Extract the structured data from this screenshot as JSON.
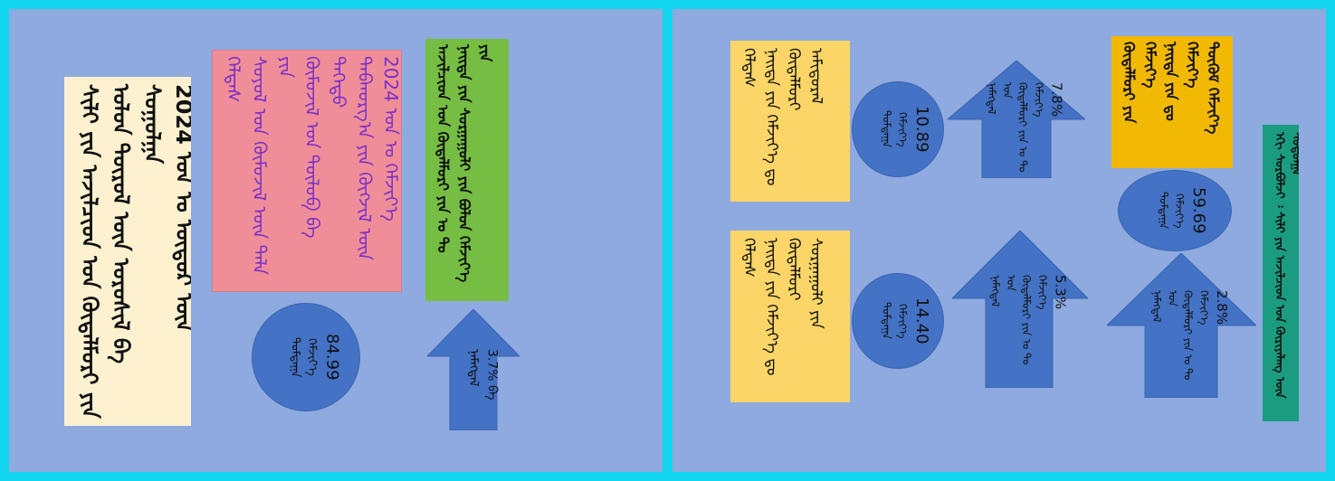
{
  "colors": {
    "background": "#12d6f0",
    "panel": "#8eaade",
    "cream": "#fdf1d0",
    "pink": "#ef8e98",
    "purple_text": "#7a2fc8",
    "green": "#76bd44",
    "yellow": "#fbd567",
    "orange": "#f1b903",
    "teal": "#1b9c80",
    "blue_shape": "#4472c4"
  },
  "left": {
    "cream_box": "ᠰᠢᠯᠢ ᠶᠢᠨ ᠠᠵᠢᠯᠴᠢᠳ ᠤᠨ ᠬᠥᠳᠡᠯᠮᠦᠷᠢ ᠶᠢᠨ\nᠣᠯᠣᠨ ᠲᠥᠷᠦᠯ ᠦᠨ ᠤᠷᠤᠰᠢᠯ ᠪᠠ ᠰᠤᠭᠤᠯᠭᠠ\n2024 ᠣᠨ ᠤ ᠥᠳᠦᠷ ᠦᠨ ᠳᠤᠩᠭᠠᠮᠠᠭ",
    "pink_box": "ᠬᠡᠯᠲᠡᠰ\nᠰᠣᠶᠣᠯ ᠤᠨ ᠬᠦᠮᠦᠵᠢᠯ ᠦᠨ ᠳᠠᠯᠠ ᠶᠢᠨ\nᠬᠥᠮᠦᠵᠢᠯ ᠤᠨ ᠲᠥᠯᠦᠪ ᠪᠠ ᠳᠡᠭᠡᠳᠦ\nᠳᠠᠪᠬᠤᠷᠭ᠎ᠠ ᠶᠢᠨ ᠬᠥᠭᠵᠢᠯ ᠦᠨ\n2024 ᠣᠨ ᠤ ᠬᠡᠮᠵᠢᠶ᠎ᠡ",
    "green_box": "ᠠᠵᠢᠯᠴᠢᠳ ᠤᠨ ᠬᠥᠳᠡᠯᠮᠦᠷᠢ ᠶᠢᠨ ᠤ ᠲᠤ\nᠨᠡᠢᠲᠡ ᠶᠢᠨ ᠰᠤᠷᠭᠠᠭᠤᠯᠢ ᠶᠢᠨ ᠪᠣᠯᠤᠨ ᠬᠡᠮᠵᠢᠶ᠎ᠡ ᠶᠢᠨ",
    "circle_label": "ᠳᠤᠮᠳᠠᠭᠠ\nᠬᠡᠮᠵᠢᠶ᠎ᠡ",
    "circle_value": "84.99",
    "arrow_label": "ᠨᠡᠮᠡᠭᠳᠡᠯ",
    "arrow_value": "3.7% ᠪᠠ"
  },
  "right": {
    "teal_box": "ᠡᠬᠢ ᠰᠤᠷᠪᠤᠯᠵᠢ ᠄ ᠰᠢᠯᠢ ᠶᠢᠨ ᠠᠵᠢᠯᠴᠢᠳ ᠤᠨ ᠬᠦᠷᠢᠶᠡᠯᠡᠩ ᠦᠨ ᠰᠤᠳᠤᠯᠭᠠ",
    "orange_box": "ᠬᠥᠳᠡᠯᠮᠦᠷᠢ ᠶᠢᠨ ᠬᠡᠮᠵᠢᠶ᠎ᠡ\nᠨᠡᠢᠲᠡ ᠶᠢᠨ ᠳᠤ ᠬᠡᠮᠵᠢᠶ᠎ᠡ\nᠳᠥᠭᠥᠮ ᠬᠡᠮᠵᠢᠶ᠎ᠡ",
    "top_yellow_box": "ᠬᠡᠯᠲᠡᠰ\nᠨᠡᠢᠲᠡ ᠶᠢᠨ ᠬᠡᠮᠵᠢᠶ᠎ᠡ ᠳᠤ ᠬᠥᠳᠡᠯᠮᠦᠷᠢ\nᠠᠮᠢᠳᠤᠷᠠᠯ",
    "bottom_yellow_box": "ᠬᠡᠯᠲᠡᠰ\nᠨᠡᠢᠲᠡ ᠶᠢᠨ ᠬᠡᠮᠵᠢᠶ᠎ᠡ ᠳᠤ ᠬᠥᠳᠡᠯᠮᠦᠷᠢ\nᠰᠤᠷᠭᠠᠭᠤᠯᠢ ᠶᠢᠨ",
    "circle_a_label": "ᠳᠤᠮᠳᠠᠭᠠ\nᠬᠡᠮᠵᠢᠶ᠎ᠡ",
    "circle_a_value": "10.89",
    "circle_b_label": "ᠳᠤᠮᠳᠠᠭᠠ\nᠬᠡᠮᠵᠢᠶ᠎ᠡ",
    "circle_b_value": "14.40",
    "circle_c_label": "ᠳᠤᠮᠳᠠᠭᠠ\nᠬᠡᠮᠵᠢᠶ᠎ᠡ",
    "circle_c_value": "59.69",
    "arrow_a_label": "ᠨᠡᠮᠡᠭᠳᠡᠯ\nᠣᠨ\nᠬᠥᠳᠡᠯᠮᠦᠷᠢ ᠶᠢᠨ ᠤ ᠲᠤ\nᠬᠡᠮᠵᠢᠶ᠎ᠡ",
    "arrow_a_value": "7.8%",
    "arrow_b_label": "ᠨᠡᠮᠡᠭᠳᠡᠯ\nᠣᠨ\nᠬᠥᠳᠡᠯᠮᠦᠷᠢ ᠶᠢᠨ ᠤ ᠲᠤ\nᠬᠡᠮᠵᠢᠶ᠎ᠡ",
    "arrow_b_value": "5.3%",
    "arrow_c_label": "ᠨᠡᠮᠡᠭᠳᠡᠯ\nᠣᠨ\nᠬᠥᠳᠡᠯᠮᠦᠷᠢ ᠶᠢᠨ ᠤ ᠲᠤ\nᠬᠡᠮᠵᠢᠶ᠎ᠡ",
    "arrow_c_value": "2.8%"
  }
}
